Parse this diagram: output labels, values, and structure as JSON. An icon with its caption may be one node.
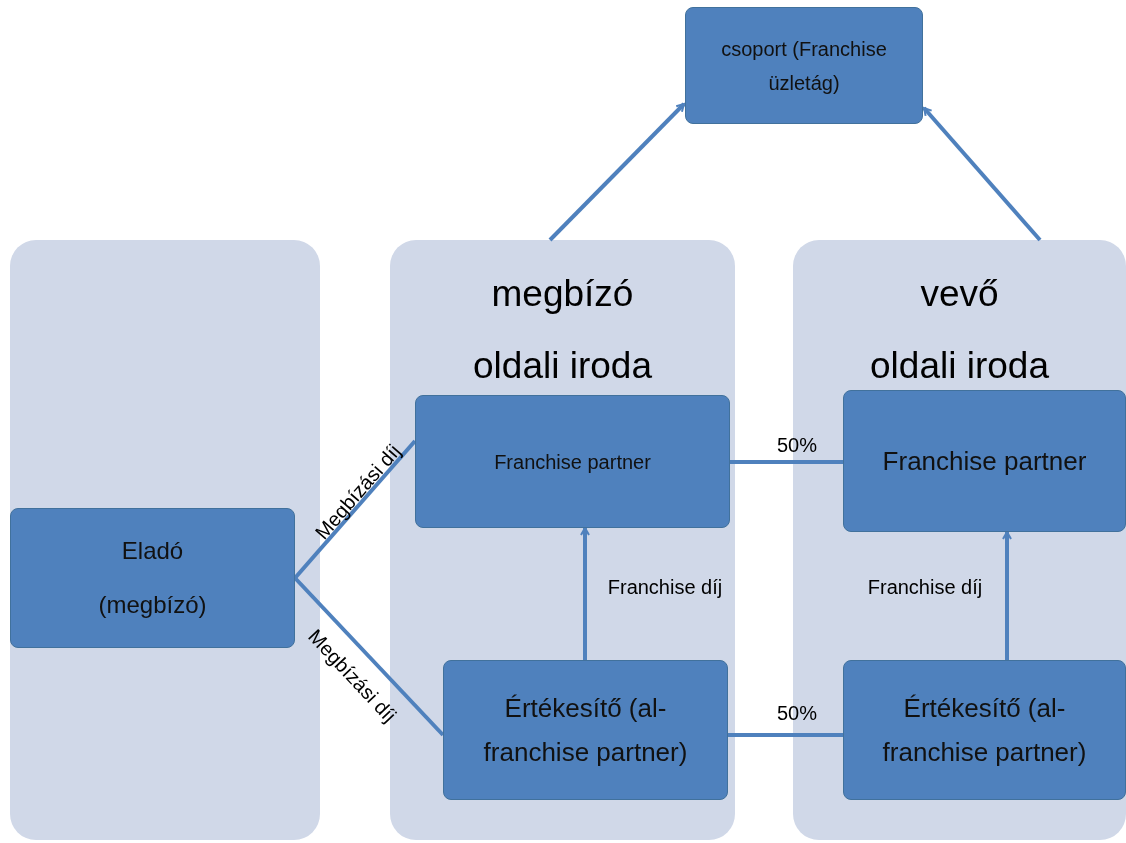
{
  "diagram": {
    "nodes": [
      {
        "text": [],
        "shape": "box"
      },
      {
        "text": [
          "megbízó",
          "oldali iroda"
        ]
      },
      {
        "text": [
          "vevő",
          "oldali iroda"
        ]
      },
      {
        "text": [
          "csoport (Franchise üzletág)"
        ]
      },
      {
        "text": [
          "Eladó (megbízó)"
        ],
        "in": 0
      },
      {
        "text": [
          "Franchise partner"
        ],
        "in": 1
      },
      {
        "text": [
          "Értékesítő (al-franchise partner)"
        ],
        "in": 1
      },
      {
        "text": [
          "Franchise partner"
        ],
        "in": 2
      },
      {
        "text": [
          "Értékesítő (al-franchise partner)"
        ],
        "in": 2
      }
    ],
    "edges": [
      {
        "from": 1,
        "to": 3,
        "arrow": "to"
      },
      {
        "from": 2,
        "to": 3,
        "arrow": "to"
      },
      {
        "from": 4,
        "to": 5,
        "arrow": "none",
        "label": "Megbízási díj"
      },
      {
        "from": 4,
        "to": 6,
        "arrow": "none",
        "label": "Megbízási díj"
      },
      {
        "from": 5,
        "to": 7,
        "arrow": "none",
        "label": "50%"
      },
      {
        "from": 6,
        "to": 8,
        "arrow": "none",
        "label": "50%"
      },
      {
        "from": 6,
        "to": 5,
        "arrow": "to",
        "label": "Franchise díj"
      },
      {
        "from": 8,
        "to": 7,
        "arrow": "to",
        "label": "Franchise díj"
      }
    ]
  }
}
